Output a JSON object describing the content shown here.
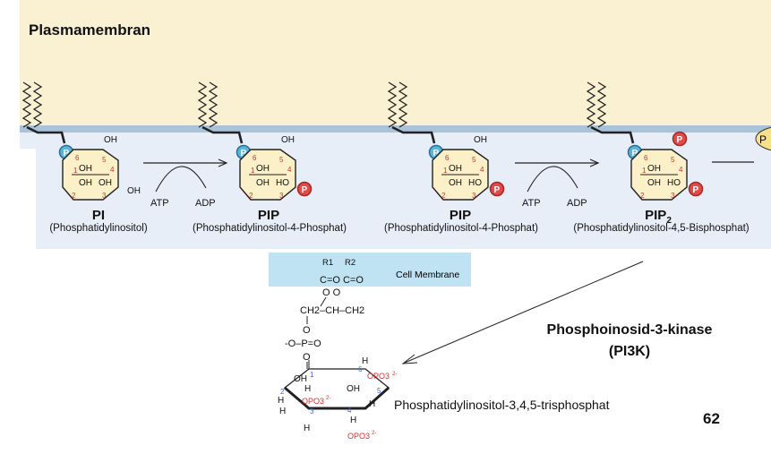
{
  "header": {
    "title": "Plasmamembran"
  },
  "top_row": [
    {
      "short": "PI",
      "full": "(Phosphatidylinositol)"
    },
    {
      "short": "PIP",
      "full": "(Phosphatidylinositol-4-Phosphat)"
    },
    {
      "short": "PIP",
      "full": "(Phosphatidylinositol-4-Phosphat)"
    },
    {
      "short": "PIP",
      "sub": "2",
      "full": "(Phosphatidylinositol-4,5-Bisphosphat)"
    }
  ],
  "reaction_arrows": [
    {
      "in": "ATP",
      "out": "ADP"
    },
    {
      "in": "ATP",
      "out": "ADP"
    }
  ],
  "ring_labels": {
    "oh": "OH",
    "ho": "HO",
    "p": "P",
    "numbers": [
      "1",
      "2",
      "3",
      "4",
      "5",
      "6"
    ]
  },
  "cut_oval_letter": "P",
  "bottom": {
    "cell_membrane": "Cell Membrane",
    "r1": "R1",
    "r2": "R2",
    "ester": "C=O C=O",
    "o_row": "O     O",
    "glycerol": "CH2–CH–CH2",
    "link_o": "O",
    "phosphate": "-O–P=O",
    "phos_o": "O",
    "h": "H",
    "oh": "OH",
    "opo3": "OPO3",
    "charge": "2-"
  },
  "enzyme": {
    "line1": "Phosphoinosid-3-kinase",
    "line2": "(PI3K)"
  },
  "product_name": "Phosphatidylinositol-3,4,5-trisphosphat",
  "page_number": "62",
  "colors": {
    "membrane_top": "#faf1d3",
    "membrane_line": "#aac3d8",
    "cytosol": "#e8eef8",
    "p_blue": "#5fb3d9",
    "p_red": "#e24a4a",
    "ring_fill": "#fbf0c8",
    "cell_membrane_box": "#bfe3f2",
    "oval": "#f7e08a"
  }
}
